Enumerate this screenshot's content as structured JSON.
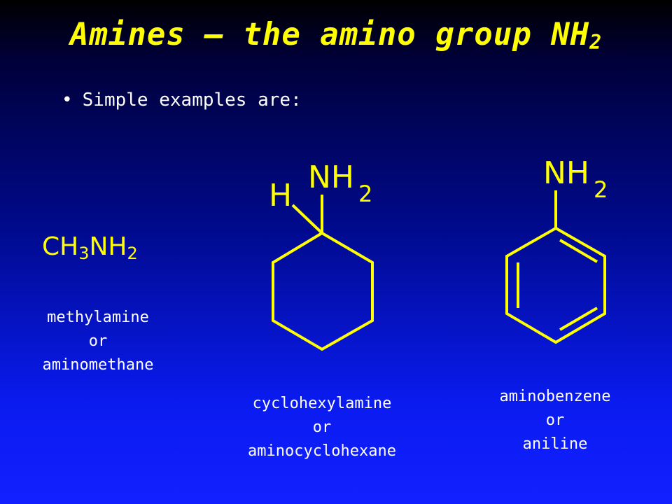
{
  "slide": {
    "title_main": "Amines – the amino group NH",
    "title_subscript": "2",
    "bullet": "Simple examples are:"
  },
  "colors": {
    "title": "#ffff00",
    "structure": "#ffff00",
    "body_text": "#ffffff"
  },
  "methylamine": {
    "formula_ch": "CH",
    "formula_ch_sub": "3",
    "formula_nh": "NH",
    "formula_nh_sub": "2",
    "name_line1": "methylamine",
    "name_line2": "or",
    "name_line3": "aminomethane"
  },
  "cyclohexylamine": {
    "label_h": "H",
    "label_nh": "NH",
    "label_nh_sub": "2",
    "name_line1": "cyclohexylamine",
    "name_line2": "or",
    "name_line3": "aminocyclohexane"
  },
  "aniline": {
    "label_nh": "NH",
    "label_nh_sub": "2",
    "name_line1": "aminobenzene",
    "name_line2": "or",
    "name_line3": "aniline"
  }
}
